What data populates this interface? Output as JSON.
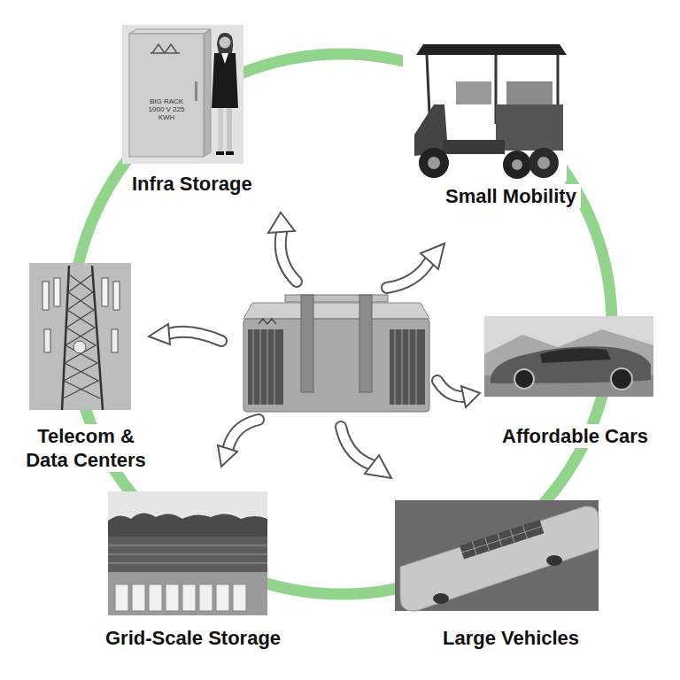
{
  "diagram": {
    "nodes": [
      {
        "text": [
          "Infra Storage"
        ]
      },
      {
        "text": [
          "Small Mobility"
        ]
      },
      {
        "text": [
          "Telecom & Data Centers"
        ]
      },
      {
        "text": [
          "Affordable Cars"
        ]
      },
      {
        "text": [
          "Grid-Scale Storage"
        ]
      },
      {
        "text": [
          "Large Vehicles"
        ]
      }
    ],
    "labels": [
      "BIG RACK 1000 V 225 KWH"
    ]
  }
}
